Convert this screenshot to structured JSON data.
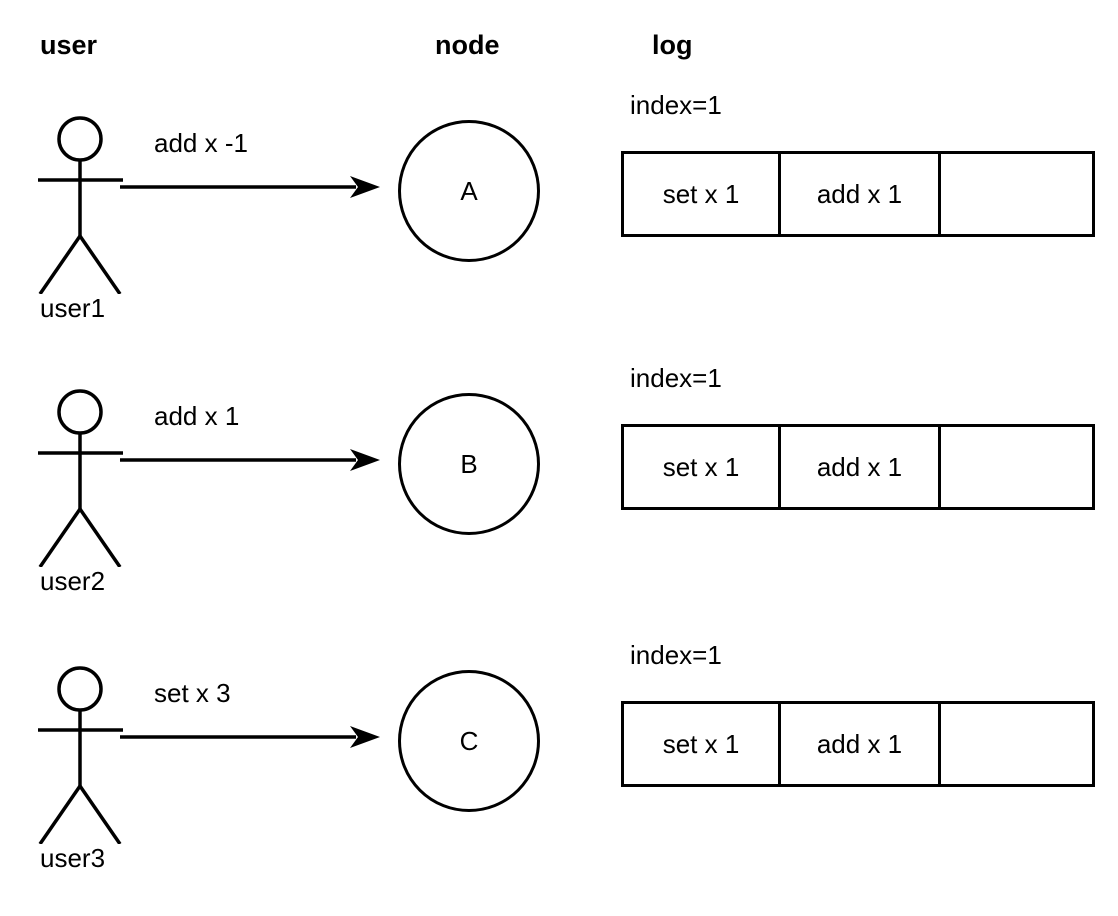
{
  "headers": {
    "user": "user",
    "node": "node",
    "log": "log"
  },
  "icons": {
    "actor": "stick-figure-icon",
    "arrow": "arrow-right-icon"
  },
  "colors": {
    "stroke": "#000000",
    "background": "#ffffff",
    "text": "#000000"
  },
  "rows": [
    {
      "actor_label": "user1",
      "message": "add x -1",
      "node_letter": "A",
      "log_index_label": "index=1",
      "log_entries": [
        "set x 1",
        "add x 1",
        ""
      ]
    },
    {
      "actor_label": "user2",
      "message": "add x 1",
      "node_letter": "B",
      "log_index_label": "index=1",
      "log_entries": [
        "set x 1",
        "add x 1",
        ""
      ]
    },
    {
      "actor_label": "user3",
      "message": "set x 3",
      "node_letter": "C",
      "log_index_label": "index=1",
      "log_entries": [
        "set x 1",
        "add x 1",
        ""
      ]
    }
  ]
}
